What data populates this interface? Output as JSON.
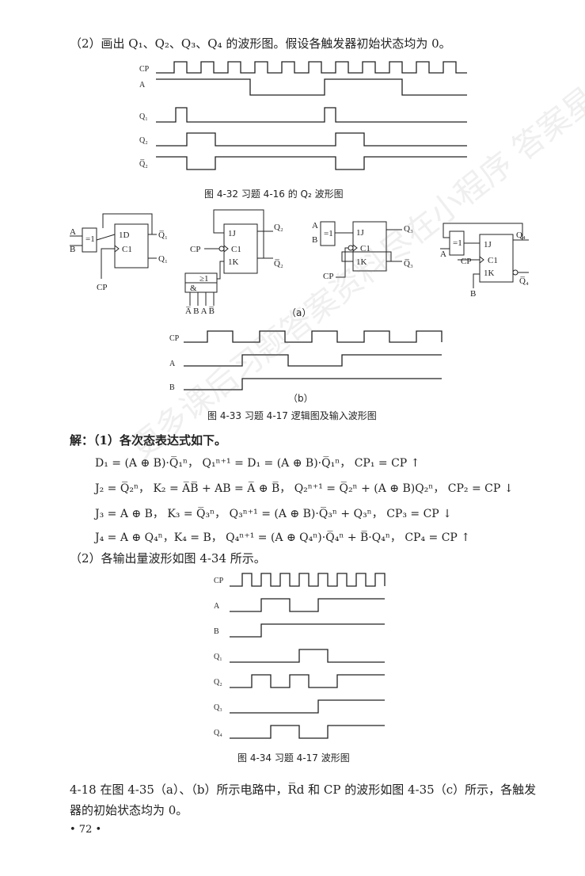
{
  "text": {
    "p_q2": "（2）画出 Q₁、Q₂、Q₃、Q₄ 的波形图。假设各触发器初始状态均为 0。",
    "cap_432": "图 4-32   习题 4-16 的 Q₂ 波形图",
    "sub_a": "（a）",
    "sub_b": "（b）",
    "cap_433": "图 4-33   习题 4-17 逻辑图及输入波形图",
    "solution_head": "解：（1）各次态表达式如下。",
    "eq1": "D₁ = (A ⊕ B)·Q̅₁ⁿ，      Q₁ⁿ⁺¹ = D₁ = (A ⊕ B)·Q̅₁ⁿ，      CP₁ = CP ↑",
    "eq2": "J₂ = Q̅₂ⁿ，   K₂ = A̅B̅ + AB = A̅ ⊕ B̅，     Q₂ⁿ⁺¹ = Q̅₂ⁿ + (A ⊕ B)Q₂ⁿ，     CP₂ = CP ↓",
    "eq3": "J₃ = A ⊕ B，       K₃ = Q̅₃ⁿ，            Q₃ⁿ⁺¹ = (A ⊕ B)·Q̅₃ⁿ + Q₃ⁿ，            CP₃ = CP ↓",
    "eq4": "J₄ = A ⊕ Q₄ⁿ，K₄ = B，             Q₄ⁿ⁺¹ = (A ⊕ Q₄ⁿ)·Q̅₄ⁿ + B̅·Q₄ⁿ，       CP₄ = CP ↑",
    "p_outputs": "（2）各输出量波形如图 4-34 所示。",
    "cap_434": "图 4-34   习题 4-17 波形图",
    "p_418a": "4-18   在图 4-35（a）、（b）所示电路中，R̅d 和 CP 的波形如图 4-35（c）所示，各触发",
    "p_418b": "器的初始状态均为 0。",
    "page_no": "• 72 •",
    "watermark": "更多课后习题答案资料尽在小程序 答案星"
  },
  "fig432_labels": [
    "CP",
    "A",
    "Q₁",
    "Q₂",
    "Q̅₂"
  ],
  "fig433b_labels": [
    "CP",
    "A",
    "B"
  ],
  "fig434_labels": [
    "CP",
    "A",
    "B",
    "Q₁",
    "Q₂",
    "Q₃",
    "Q₄"
  ],
  "circuit_labels": {
    "ff1": [
      "A",
      "B̅",
      "=1",
      "1D",
      "C1",
      "Q̅₁",
      "Q₁",
      "CP"
    ],
    "ff2": [
      "1J",
      "C1",
      "1K",
      "Q₂",
      "Q̅₂",
      "CP",
      "≥1",
      "&",
      "A̅ B A B̅"
    ],
    "ff3": [
      "A",
      "B",
      "=1",
      "1J",
      "C1",
      "1K",
      "Q₃",
      "Q̅₃",
      "CP"
    ],
    "ff4": [
      "=1",
      "A",
      "CP",
      "1J",
      "C1",
      "1K",
      "Q₄",
      "Q̅₄",
      "B"
    ]
  }
}
